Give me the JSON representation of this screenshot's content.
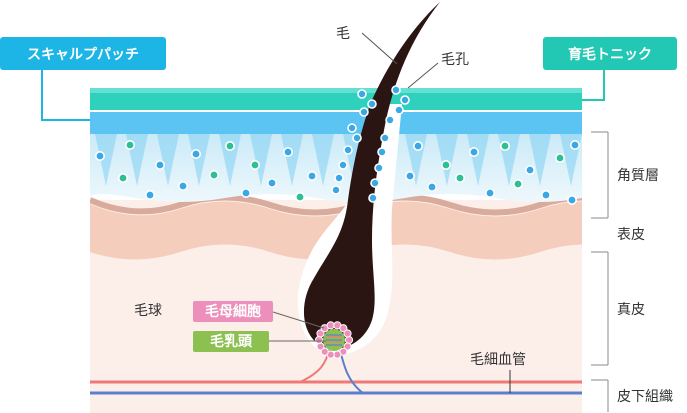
{
  "badges": {
    "scalp_patch": "スキャルプパッチ",
    "ikumo_tonic": "育毛トニック"
  },
  "labels": {
    "hair": "毛",
    "pore": "毛孔",
    "hair_bulb": "毛球",
    "hair_matrix": "毛母細胞",
    "dermal_papilla": "毛乳頭",
    "capillary": "毛細血管"
  },
  "layers": {
    "stratum_corneum": "角質層",
    "epidermis": "表皮",
    "dermis": "真皮",
    "subcutaneous": "皮下組織"
  },
  "colors": {
    "patch_blue": "#1db4e6",
    "tonic_teal": "#22c8b4",
    "hair": "#2a1512",
    "matrix_pink": "#e886b6",
    "papilla_green": "#8cc152",
    "artery": "#ee7a78",
    "vein": "#5a7fd0",
    "skin": "#fdf0ea"
  }
}
